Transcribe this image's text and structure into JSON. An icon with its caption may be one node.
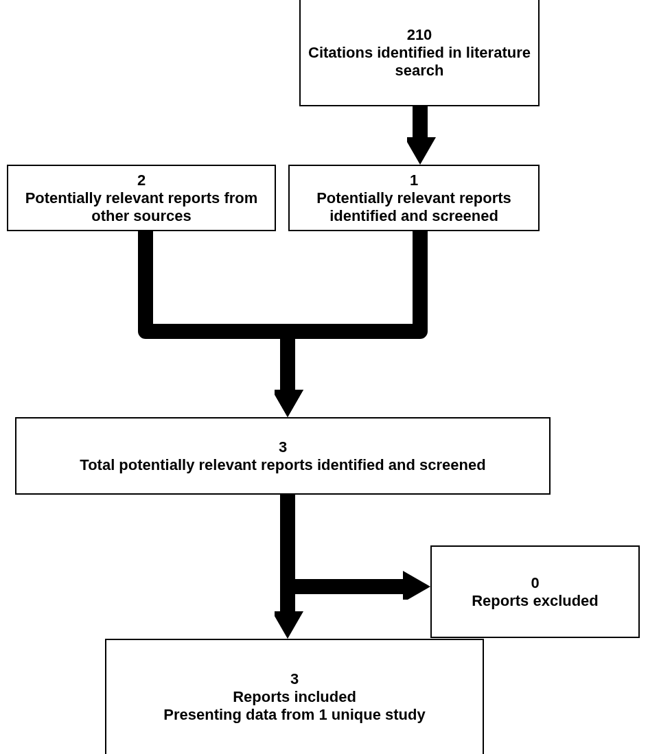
{
  "diagram": {
    "nodes": [
      {
        "text": [
          "210",
          "Citations identified in literature search"
        ]
      },
      {
        "text": [
          "2",
          "Potentially relevant reports from other sources"
        ]
      },
      {
        "text": [
          "1",
          "Potentially relevant reports identified and screened"
        ]
      },
      {
        "text": [
          "3",
          "Total potentially relevant reports identified and screened"
        ]
      },
      {
        "text": [
          "0",
          "Reports excluded"
        ]
      },
      {
        "text": [
          "3",
          "Reports included",
          "Presenting data from 1 unique study"
        ]
      }
    ],
    "edges": [
      {
        "from": 0,
        "to": 2,
        "arrow": "to"
      },
      {
        "from": 1,
        "to": 3,
        "arrow": "to"
      },
      {
        "from": 2,
        "to": 3,
        "arrow": "to"
      },
      {
        "from": 3,
        "to": 4,
        "arrow": "to"
      },
      {
        "from": 3,
        "to": 5,
        "arrow": "to"
      }
    ]
  }
}
